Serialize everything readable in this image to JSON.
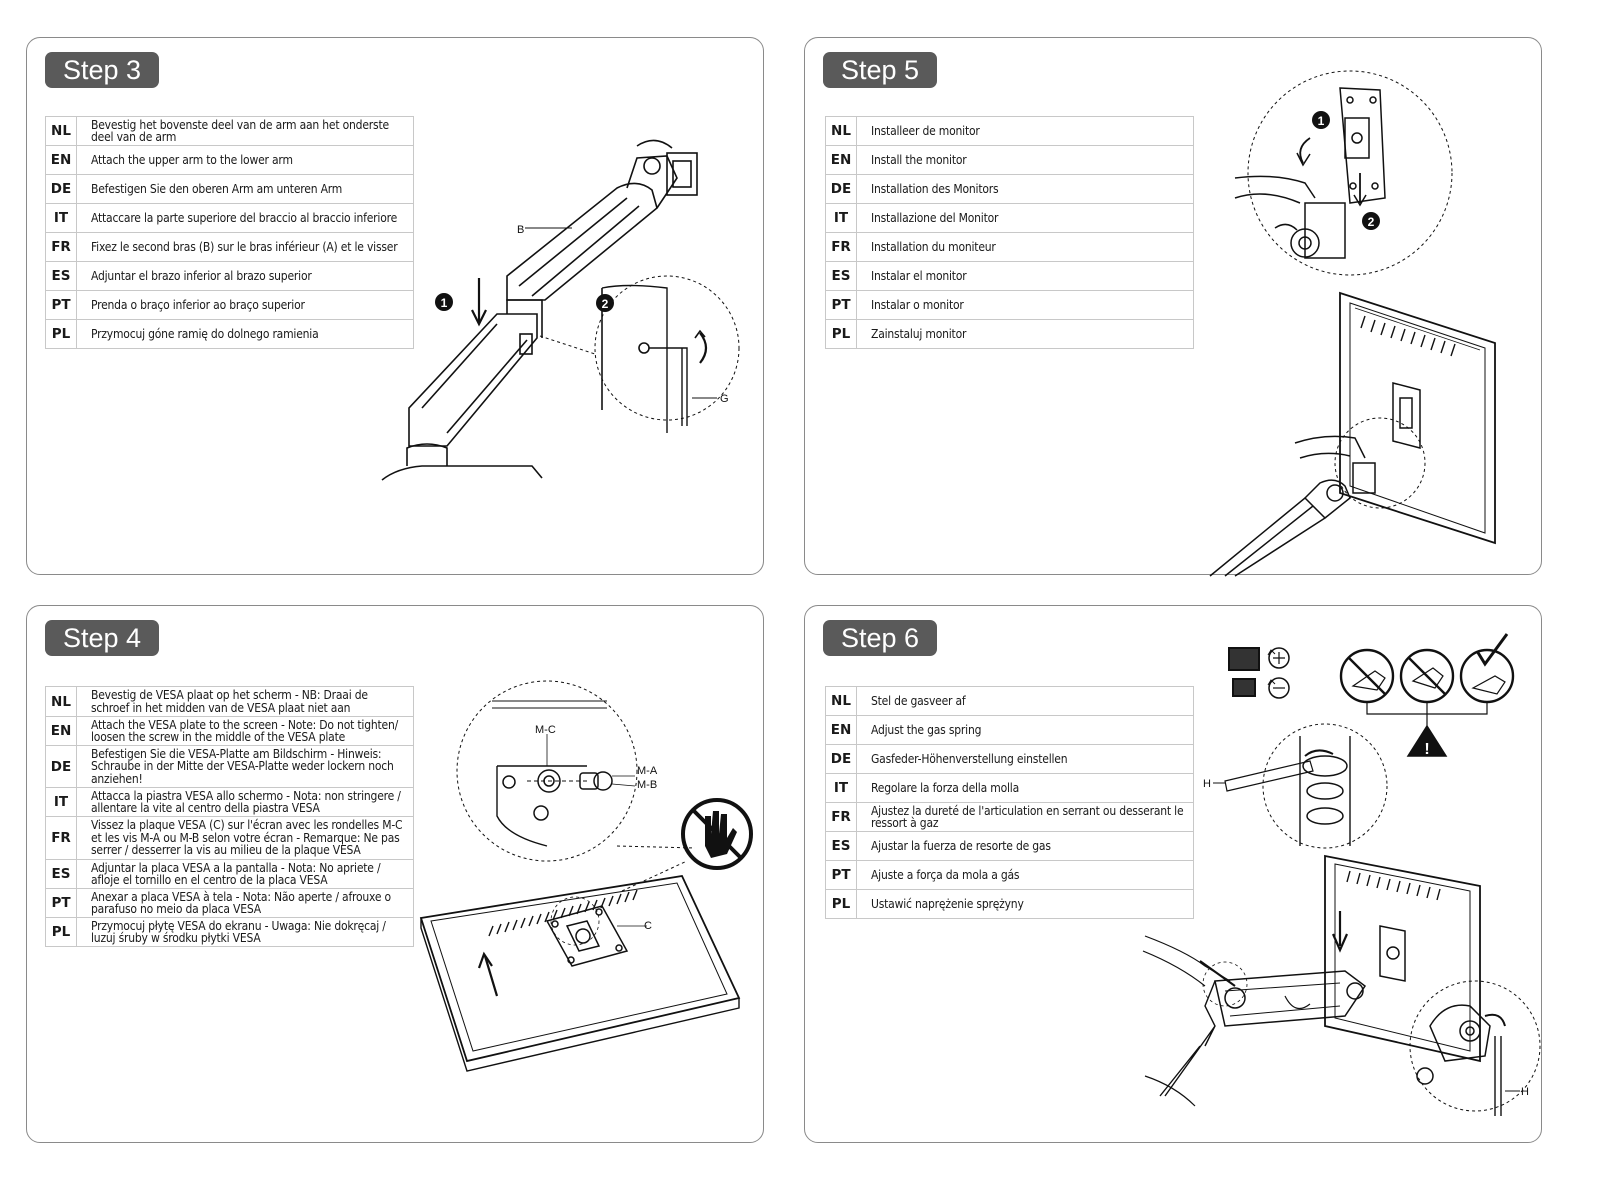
{
  "panels": {
    "step3": {
      "badge": "Step 3",
      "rows": [
        {
          "code": "NL",
          "text": "Bevestig het bovenste deel van de arm aan het onderste deel van de arm"
        },
        {
          "code": "EN",
          "text": "Attach the upper arm to the lower arm"
        },
        {
          "code": "DE",
          "text": "Befestigen Sie den oberen Arm am unteren Arm"
        },
        {
          "code": "IT",
          "text": "Attaccare la parte superiore del braccio al braccio inferiore"
        },
        {
          "code": "FR",
          "text": "Fixez le second bras (B) sur le bras inférieur (A) et le visser"
        },
        {
          "code": "ES",
          "text": "Adjuntar el brazo inferior al brazo superior"
        },
        {
          "code": "PT",
          "text": "Prenda o braço inferior ao braço superior"
        },
        {
          "code": "PL",
          "text": "Przymocuj góne ramię do dolnego ramienia"
        }
      ],
      "labels": {
        "b": "B",
        "g": "G",
        "n1": "1",
        "n2": "2"
      }
    },
    "step5": {
      "badge": "Step 5",
      "rows": [
        {
          "code": "NL",
          "text": "Installeer de monitor"
        },
        {
          "code": "EN",
          "text": "Install the monitor"
        },
        {
          "code": "DE",
          "text": "Installation des Monitors"
        },
        {
          "code": "IT",
          "text": "Installazione del Monitor"
        },
        {
          "code": "FR",
          "text": "Installation du moniteur"
        },
        {
          "code": "ES",
          "text": "Instalar el monitor"
        },
        {
          "code": "PT",
          "text": "Instalar o monitor"
        },
        {
          "code": "PL",
          "text": "Zainstaluj monitor"
        }
      ],
      "labels": {
        "n1": "1",
        "n2": "2"
      }
    },
    "step4": {
      "badge": "Step 4",
      "rows": [
        {
          "code": "NL",
          "text": "Bevestig de VESA plaat op het scherm - NB: Draai de schroef in het midden van de VESA plaat niet aan"
        },
        {
          "code": "EN",
          "text": "Attach the VESA plate to the screen - Note: Do not tighten/ loosen the screw in the middle of the VESA plate"
        },
        {
          "code": "DE",
          "text": "Befestigen Sie die VESA-Platte am Bildschirm - Hinweis: Schraube in der Mitte der VESA-Platte weder lockern noch anziehen!"
        },
        {
          "code": "IT",
          "text": "Attacca la piastra VESA allo schermo - Nota: non stringere / allentare la vite al centro della piastra VESA"
        },
        {
          "code": "FR",
          "text": "Vissez la plaque VESA (C) sur l'écran avec les rondelles M-C et les vis M-A ou M-B selon votre écran - Remarque: Ne pas serrer / desserrer la vis au milieu de la plaque VESA"
        },
        {
          "code": "ES",
          "text": "Adjuntar la placa VESA a la pantalla - Nota: No apriete / afloje el tornillo en el centro de la placa VESA"
        },
        {
          "code": "PT",
          "text": "Anexar a placa VESA à tela - Nota: Não aperte / afrouxe o parafuso no meio da placa VESA"
        },
        {
          "code": "PL",
          "text": "Przymocuj płytę VESA do ekranu - Uwaga: Nie dokręcaj / luzuj śruby w środku płytki VESA"
        }
      ],
      "labels": {
        "mc": "M-C",
        "ma": "M-A",
        "mb": "M-B",
        "c": "C"
      }
    },
    "step6": {
      "badge": "Step 6",
      "rows": [
        {
          "code": "NL",
          "text": "Stel de gasveer af"
        },
        {
          "code": "EN",
          "text": "Adjust the gas spring"
        },
        {
          "code": "DE",
          "text": "Gasfeder-Höhenverstellung einstellen"
        },
        {
          "code": "IT",
          "text": "Regolare la forza della molla"
        },
        {
          "code": "FR",
          "text": "Ajustez la dureté de l'articulation en serrant ou desserant le ressort à gaz"
        },
        {
          "code": "ES",
          "text": "Ajustar la fuerza de resorte de gas"
        },
        {
          "code": "PT",
          "text": "Ajuste a força da mola a gás"
        },
        {
          "code": "PL",
          "text": "Ustawić naprężenie sprężyny"
        }
      ],
      "labels": {
        "h1": "H",
        "h2": "H",
        "warn": "!"
      }
    }
  }
}
